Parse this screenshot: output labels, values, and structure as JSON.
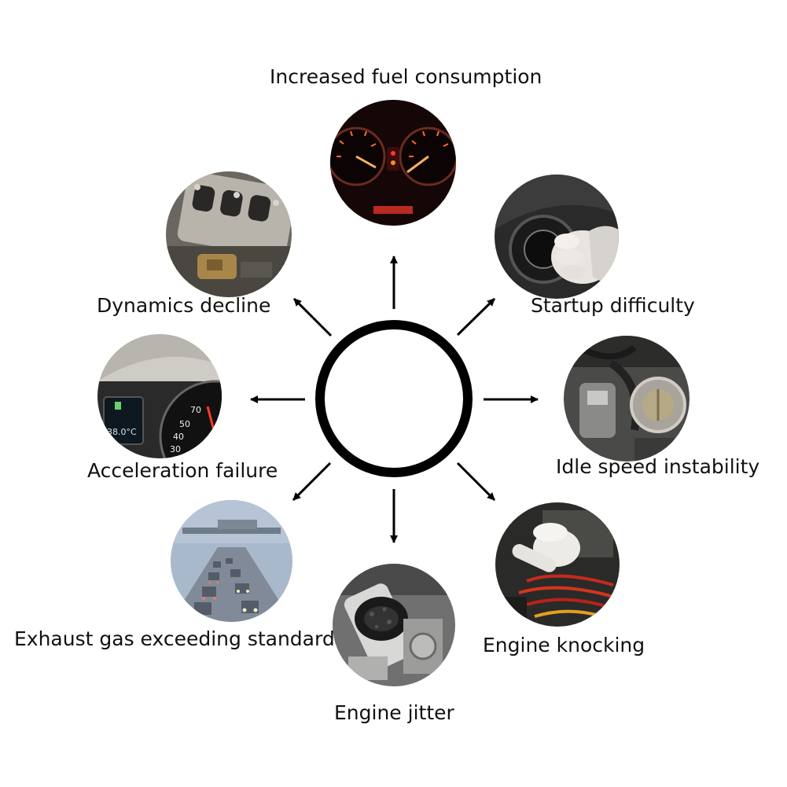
{
  "center_ring": {},
  "symptoms": [
    {
      "label": "Increased fuel consumption",
      "icon": "dashboard-gauges-icon"
    },
    {
      "label": "Startup difficulty",
      "icon": "ignition-button-icon"
    },
    {
      "label": "Idle speed instability",
      "icon": "throttle-body-icon"
    },
    {
      "label": "Engine knocking",
      "icon": "engine-wiring-icon"
    },
    {
      "label": "Engine jitter",
      "icon": "spark-plug-icon"
    },
    {
      "label": "Exhaust gas exceeding standard",
      "icon": "traffic-smog-icon"
    },
    {
      "label": "Acceleration failure",
      "icon": "speedometer-icon"
    },
    {
      "label": "Dynamics decline",
      "icon": "intake-manifold-icon"
    }
  ],
  "speedo": {
    "temp": "38.0°C",
    "n70": "70",
    "n50": "50",
    "n40": "40",
    "n30": "30"
  }
}
